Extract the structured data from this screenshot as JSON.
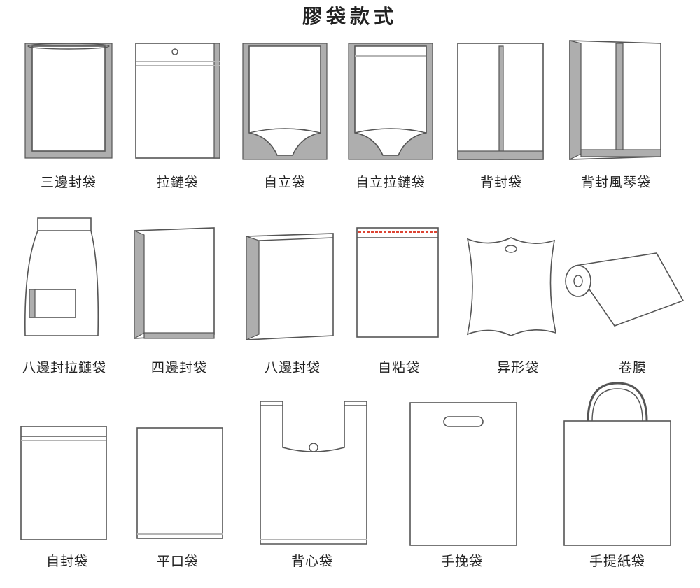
{
  "title": "膠袋款式",
  "bags": [
    {
      "label": "三邊封袋"
    },
    {
      "label": "拉鏈袋"
    },
    {
      "label": "自立袋"
    },
    {
      "label": "自立拉鏈袋"
    },
    {
      "label": "背封袋"
    },
    {
      "label": "背封風琴袋"
    },
    {
      "label": "八邊封拉鏈袋"
    },
    {
      "label": "四邊封袋"
    },
    {
      "label": "八邊封袋"
    },
    {
      "label": "自粘袋"
    },
    {
      "label": "异形袋"
    },
    {
      "label": "卷膜"
    },
    {
      "label": "自封袋"
    },
    {
      "label": "平口袋"
    },
    {
      "label": "背心袋"
    },
    {
      "label": "手挽袋"
    },
    {
      "label": "手提紙袋"
    }
  ]
}
